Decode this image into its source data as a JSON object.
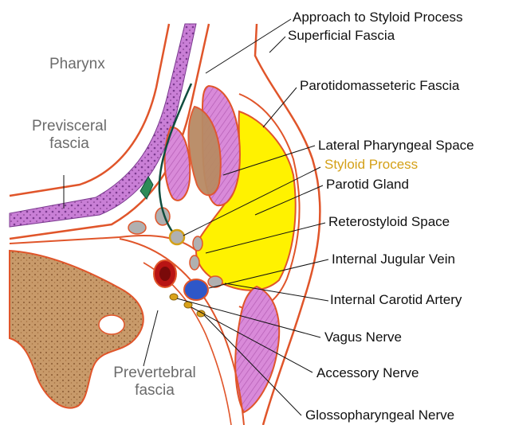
{
  "labels": {
    "approach_styloid": "Approach to Styloid Process",
    "superficial_fascia": "Superficial Fascia",
    "parotidomasseteric_fascia": "Parotidomasseteric Fascia",
    "lateral_pharyngeal_space": "Lateral Pharyngeal Space",
    "styloid_process": "Styloid Process",
    "parotid_gland": "Parotid Gland",
    "reterostyloid_space": "Reterostyloid Space",
    "internal_jugular_vein": "Internal Jugular Vein",
    "internal_carotid_artery": "Internal Carotid Artery",
    "vagus_nerve": "Vagus Nerve",
    "accessory_nerve": "Accessory Nerve",
    "glossopharyngeal_nerve": "Glossopharyngeal Nerve"
  },
  "regions": {
    "pharynx": "Pharynx",
    "previsceral_line1": "Previsceral",
    "previsceral_line2": "fascia",
    "prevertebral_line1": "Prevertebral",
    "prevertebral_line2": "fascia"
  },
  "colors": {
    "fascia_line": "#e0552a",
    "parotid_gland": "#fff200",
    "muscle": "#d98ad9",
    "bone": "#c89a6a",
    "jugular_vein": "#2e57c8",
    "carotid_artery": "#b81414",
    "nerve": "#d9a21a",
    "approach_line": "#0f4d3e",
    "styloid_accent": "#d4a017"
  }
}
